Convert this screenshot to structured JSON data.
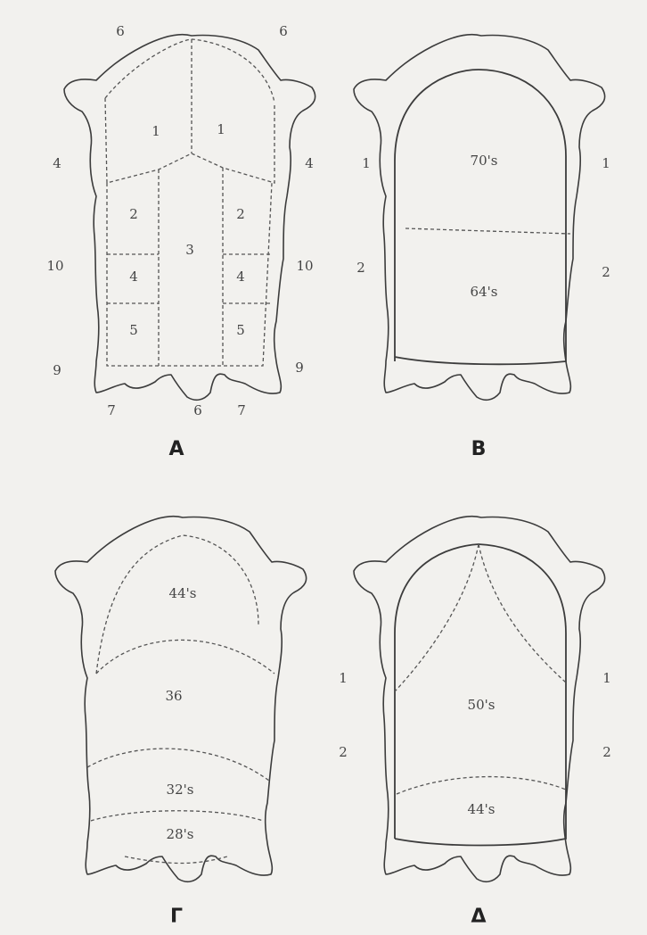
{
  "panels": {
    "a": {
      "label": "A",
      "regions": [
        "1",
        "1",
        "2",
        "2",
        "3",
        "4",
        "4",
        "5",
        "5"
      ],
      "edges": [
        "6",
        "6",
        "4",
        "4",
        "10",
        "10",
        "9",
        "9",
        "7",
        "6",
        "7"
      ]
    },
    "b": {
      "label": "B",
      "zones": [
        "70's",
        "64's"
      ],
      "edges": [
        "1",
        "1",
        "2",
        "2"
      ]
    },
    "g": {
      "label": "Γ",
      "zones": [
        "44's",
        "36",
        "32's",
        "28's"
      ]
    },
    "d": {
      "label": "Δ",
      "zones": [
        "50's",
        "44's"
      ],
      "edges": [
        "1",
        "1",
        "2",
        "2"
      ]
    }
  }
}
